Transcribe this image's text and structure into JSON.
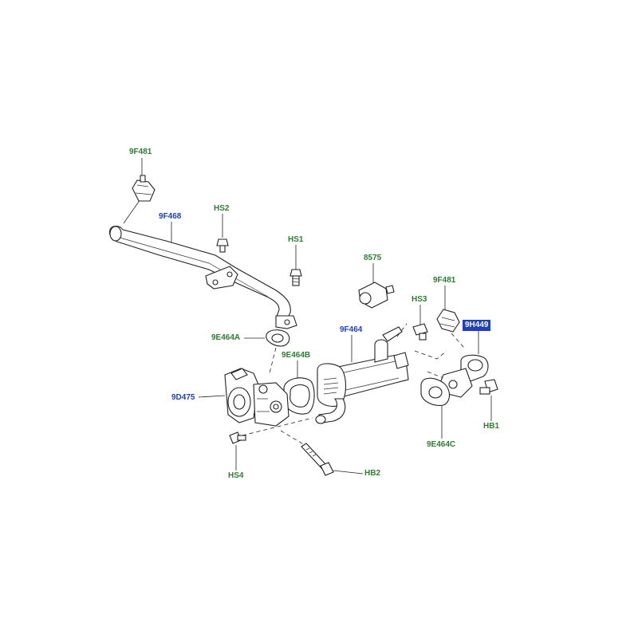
{
  "labels": {
    "l9F481_top": {
      "text": "9F481",
      "color": "#2e7d32"
    },
    "l9F468": {
      "text": "9F468",
      "color": "#1f3fbf"
    },
    "lHS2": {
      "text": "HS2",
      "color": "#2e7d32"
    },
    "lHS1": {
      "text": "HS1",
      "color": "#2e7d32"
    },
    "l8575": {
      "text": "8575",
      "color": "#2e7d32"
    },
    "lHS3": {
      "text": "HS3",
      "color": "#2e7d32"
    },
    "l9F481_right": {
      "text": "9F481",
      "color": "#2e7d32"
    },
    "l9H449": {
      "text": "9H449",
      "color": "#1f3fbf",
      "highlighted": true
    },
    "l9E464A": {
      "text": "9E464A",
      "color": "#2e7d32"
    },
    "l9F464": {
      "text": "9F464",
      "color": "#1f3fbf"
    },
    "l9E464B": {
      "text": "9E464B",
      "color": "#2e7d32"
    },
    "l9D475": {
      "text": "9D475",
      "color": "#1f3fbf"
    },
    "lHB1": {
      "text": "HB1",
      "color": "#2e7d32"
    },
    "l9E464C": {
      "text": "9E464C",
      "color": "#2e7d32"
    },
    "lHS4": {
      "text": "HS4",
      "color": "#2e7d32"
    },
    "lHB2": {
      "text": "HB2",
      "color": "#2e7d32"
    }
  }
}
